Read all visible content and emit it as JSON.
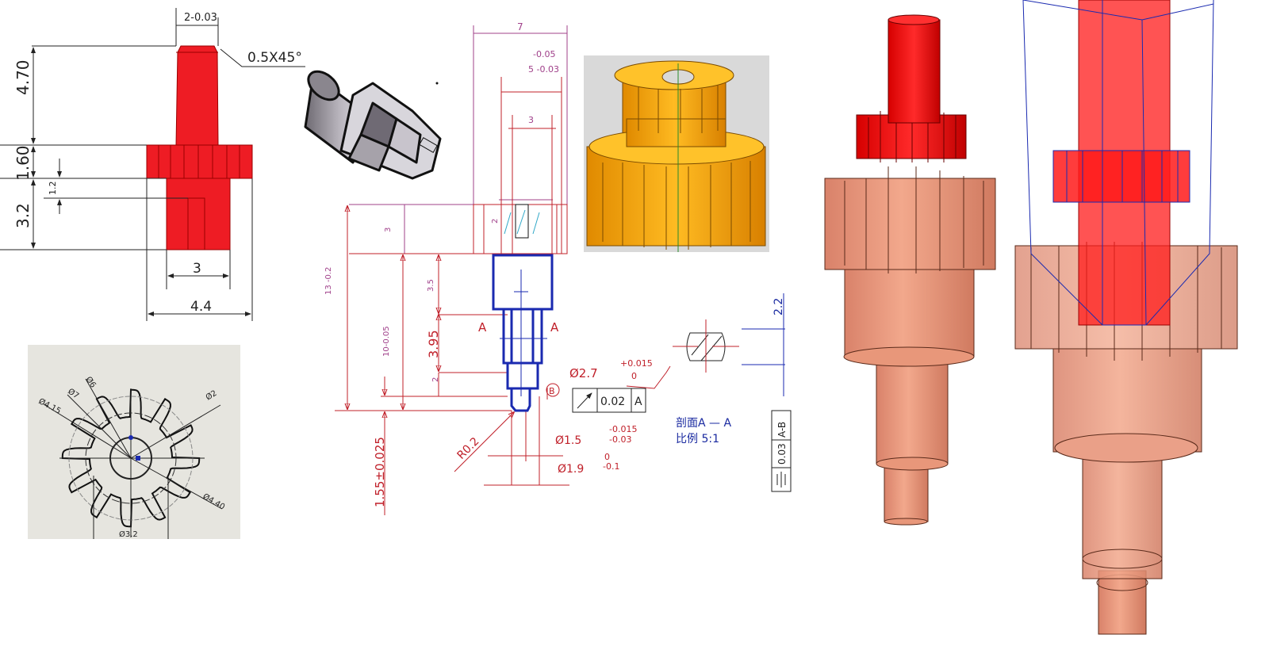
{
  "shaft_drawing": {
    "top_width": "2-0.03",
    "chamfer": "0.5X45°",
    "dim_upper": "4.70",
    "dim_gear": "1.60",
    "dim_small": "1.2",
    "dim_lower": "3.2",
    "dim_inner_width": "3",
    "dim_overall_width": "4.4",
    "color": "#ee1c24"
  },
  "gear_profile": {
    "d6": "Ø6",
    "d7": "Ø7",
    "d415": "Ø4.15",
    "d2": "Ø2",
    "d440": "Ø4.40",
    "d32": "Ø3.2",
    "teeth": 12
  },
  "part_drawing": {
    "width_7": "7",
    "tol_upper": "-0.05",
    "width_5": "5 -0.03",
    "width_3": "3",
    "slot_2": "2",
    "height_3": "3",
    "overall": "13 -0.2",
    "len_10": "10-0.05",
    "len_35": "3.5",
    "len_395": "3.95",
    "len_2": "2",
    "section_a_left": "A",
    "section_a_right": "A",
    "datum_b": "B",
    "tip_len": "1.55±0.025",
    "radius": "R0.2",
    "d15": "Ø1.5",
    "d15_tol_upper": "-0.015",
    "d15_tol_lower": "-0.03",
    "d19": "Ø1.9",
    "d19_tol_upper": "0",
    "d19_tol_lower": "-0.1",
    "d27": "Ø2.7",
    "d27_tol_upper": "+0.015",
    "d27_tol_lower": "0",
    "runout_value": "0.02",
    "runout_datum": "A",
    "flat_width": "2.2",
    "section_title": "剖面A — A",
    "section_scale": "比例  5:1",
    "symmetry_value": "0.03",
    "symmetry_datum": "A-B"
  },
  "colors": {
    "red_part": "#ee1c24",
    "salmon": "#e8977a",
    "gold": "#f5b01a",
    "blue_outline": "#1a2ab0"
  }
}
